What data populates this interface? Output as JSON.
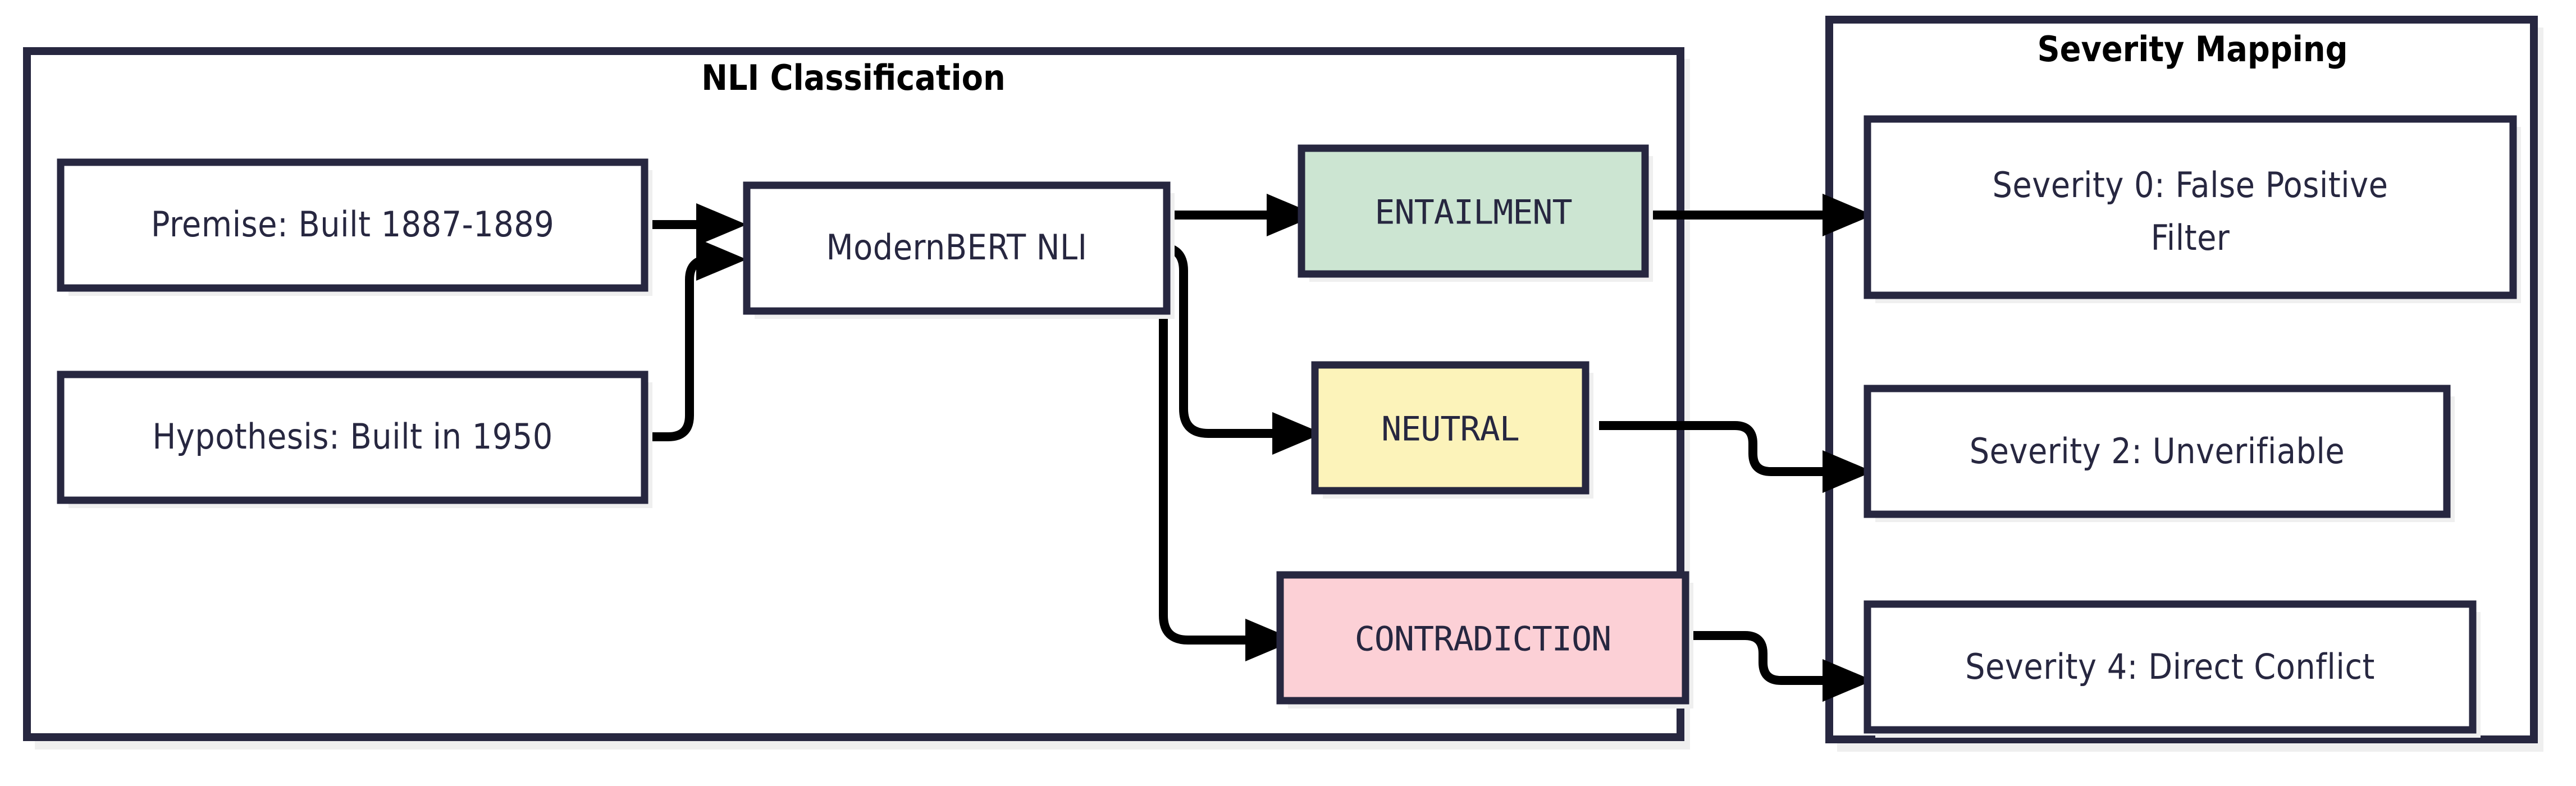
{
  "diagram": {
    "type": "flowchart",
    "direction": "left-to-right",
    "background_color": "#ffffff",
    "node_border_color": "#272740",
    "edge_color": "#000000",
    "shadow_color": "#efefef"
  },
  "clusters": [
    {
      "id": "nli_classification",
      "title": "NLI Classification",
      "title_position": "top-center"
    },
    {
      "id": "severity_mapping",
      "title": "Severity Mapping",
      "title_position": "top-center"
    }
  ],
  "nodes": {
    "premise": {
      "label": "Premise: Built 1887-1889",
      "fill": "#ffffff"
    },
    "hypothesis": {
      "label": "Hypothesis: Built in 1950",
      "fill": "#ffffff"
    },
    "model": {
      "label": "ModernBERT NLI",
      "fill": "#ffffff"
    },
    "entailment": {
      "label": "ENTAILMENT",
      "fill": "#cce5d2"
    },
    "neutral": {
      "label": "NEUTRAL",
      "fill": "#fcf3ba"
    },
    "contradiction": {
      "label": "CONTRADICTION",
      "fill": "#fcd0d6"
    },
    "severity0": {
      "label_line1": "Severity 0: False Positive",
      "label_line2": "Filter",
      "fill": "#ffffff"
    },
    "severity2": {
      "label": "Severity 2: Unverifiable",
      "fill": "#ffffff"
    },
    "severity4": {
      "label": "Severity 4: Direct Conflict",
      "fill": "#ffffff"
    }
  },
  "edges": [
    {
      "from": "premise",
      "to": "model",
      "style": "arrow"
    },
    {
      "from": "hypothesis",
      "to": "model",
      "style": "arrow"
    },
    {
      "from": "model",
      "to": "entailment",
      "style": "arrow"
    },
    {
      "from": "model",
      "to": "neutral",
      "style": "arrow"
    },
    {
      "from": "model",
      "to": "contradiction",
      "style": "arrow"
    },
    {
      "from": "entailment",
      "to": "severity0",
      "style": "arrow"
    },
    {
      "from": "neutral",
      "to": "severity2",
      "style": "arrow"
    },
    {
      "from": "contradiction",
      "to": "severity4",
      "style": "arrow"
    }
  ]
}
